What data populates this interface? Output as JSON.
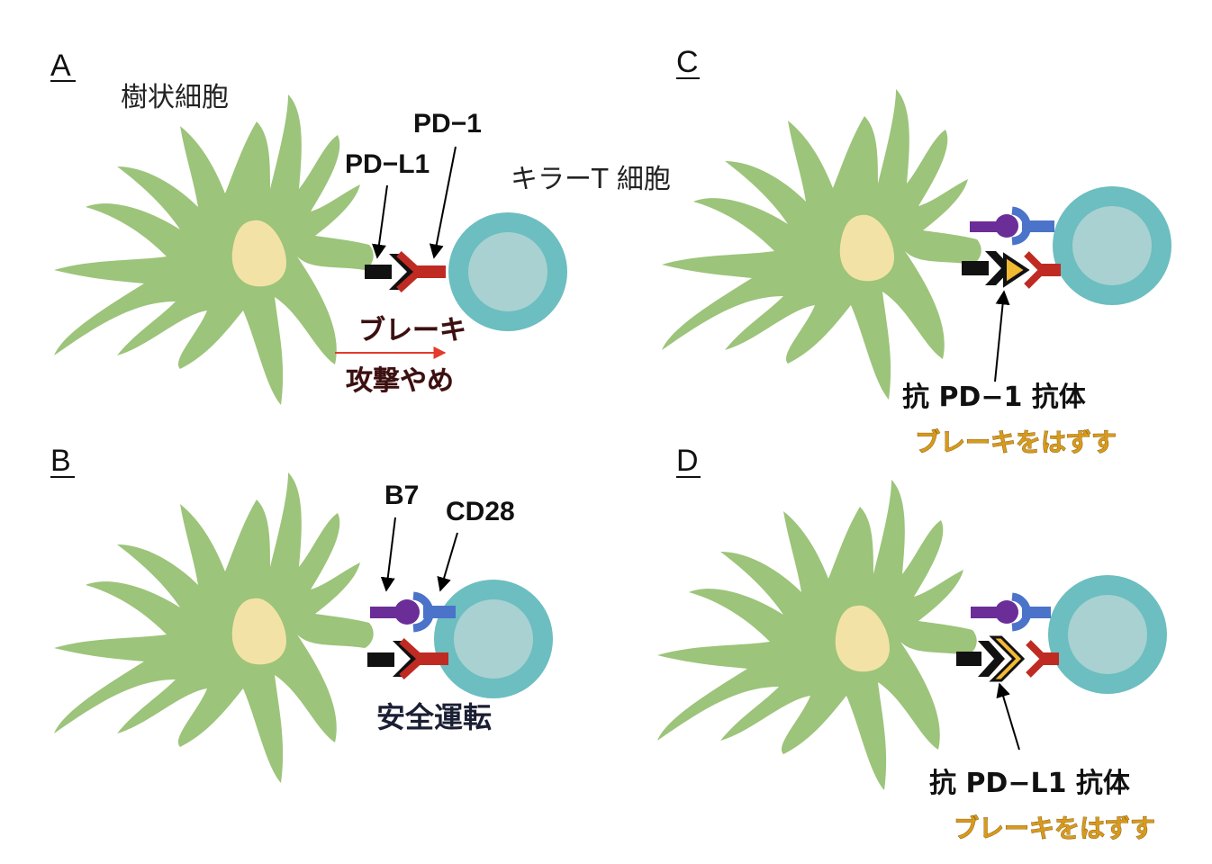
{
  "panels": {
    "a": {
      "letter": "A",
      "dendritic_label": "樹状細胞",
      "tcell_label": "キラーT 細胞",
      "pdl1_label": "PD−L1",
      "pd1_label": "PD−1",
      "brake_label": "ブレーキ",
      "attack_stop_label": "攻撃やめ"
    },
    "b": {
      "letter": "B",
      "b7_label": "B7",
      "cd28_label": "CD28",
      "safe_label": "安全運転"
    },
    "c": {
      "letter": "C",
      "antibody_label": "抗 PD−1 抗体",
      "release_label": "ブレーキをはずす"
    },
    "d": {
      "letter": "D",
      "antibody_label": "抗 PD−L1 抗体",
      "release_label": "ブレーキをはずす"
    }
  },
  "colors": {
    "dendritic_cell": "#9cc47a",
    "nucleus": "#f3e2a6",
    "tcell_outer": "#6cbec0",
    "tcell_inner": "#a9d1d1",
    "pd1_receptor": "#bf2b22",
    "pdl1_ligand": "#111111",
    "b7_ligand": "#6b2d97",
    "cd28_receptor": "#4b73c9",
    "antibody": "#f2b933",
    "brake_arrow": "#e23b2b"
  }
}
